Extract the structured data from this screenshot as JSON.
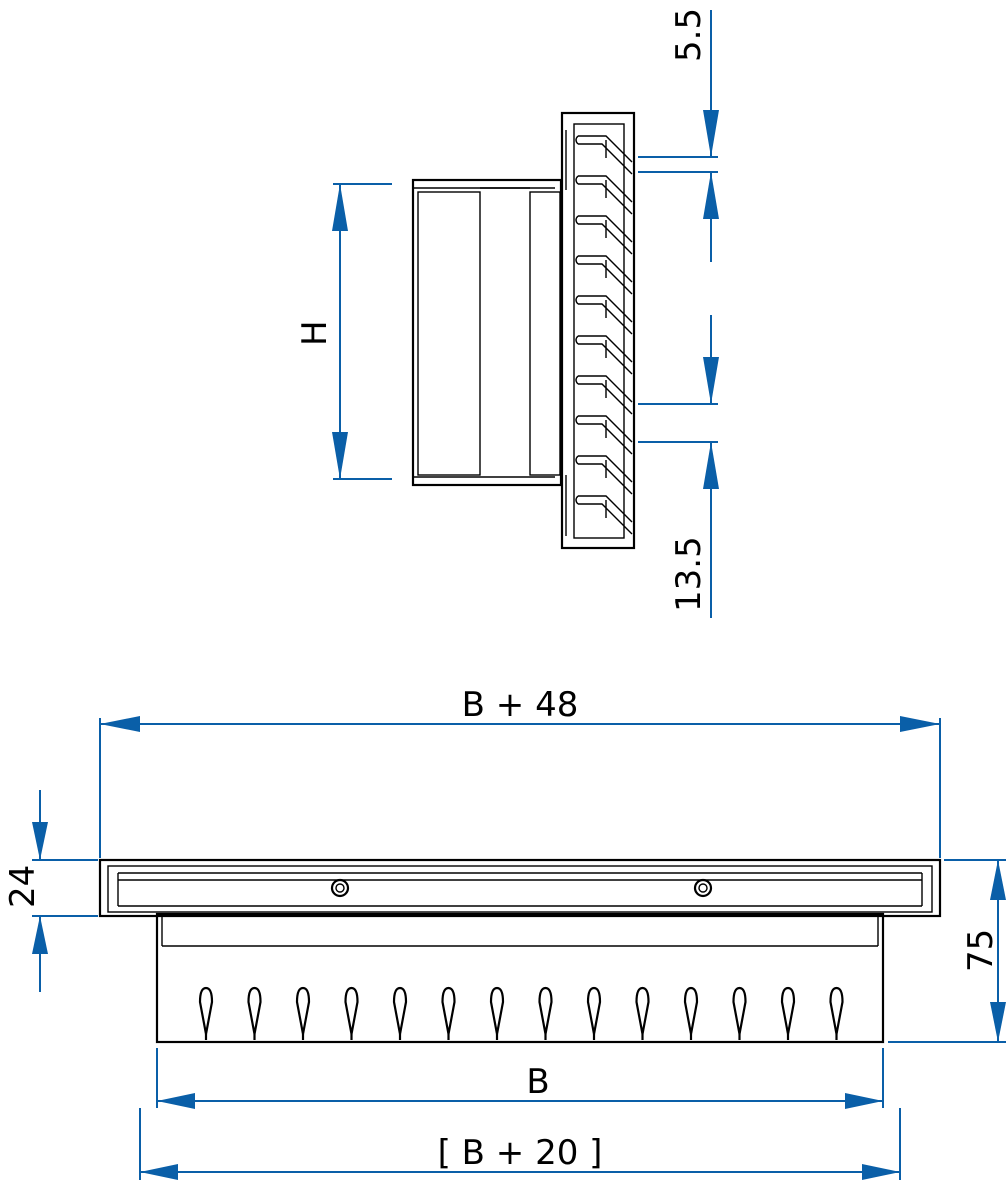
{
  "drawing": {
    "accent_color": "#0a5fa8",
    "line_color": "#000000",
    "dimensions": {
      "slat_pitch": "5.5",
      "height": "H",
      "depth_offset": "13.5",
      "overall_width": "B + 48",
      "frame_height": "24",
      "total_depth": "75",
      "nominal_width": "B",
      "opening_width": "[ B + 20 ]"
    }
  }
}
